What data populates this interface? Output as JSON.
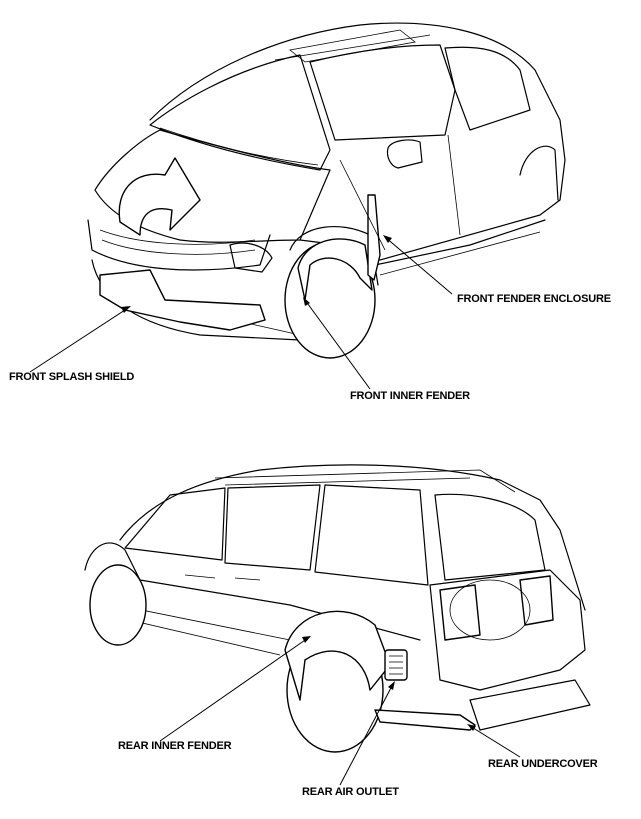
{
  "labels": {
    "front_fender_enclosure": "FRONT FENDER ENCLOSURE",
    "front_splash_shield": "FRONT SPLASH SHIELD",
    "front_inner_fender": "FRONT INNER FENDER",
    "rear_inner_fender": "REAR INNER FENDER",
    "rear_undercover": "REAR UNDERCOVER",
    "rear_air_outlet": "REAR AIR OUTLET"
  }
}
